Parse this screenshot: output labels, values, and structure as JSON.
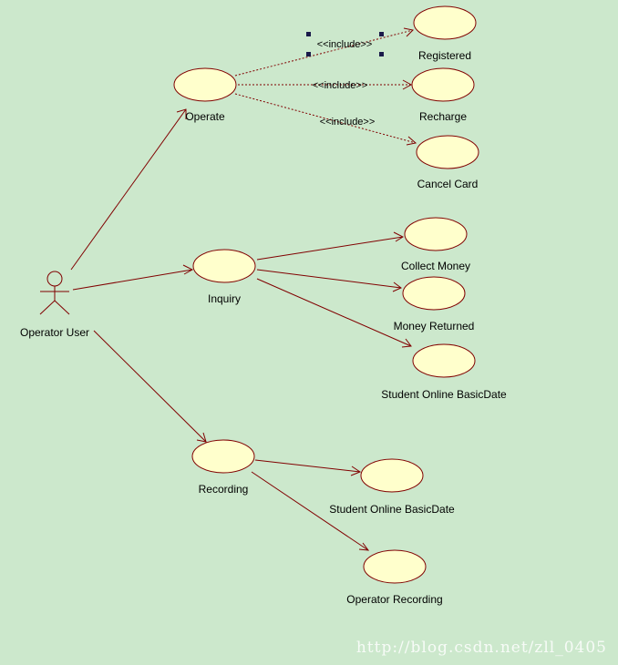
{
  "diagram": {
    "actor": {
      "label": "Operator User"
    },
    "use_cases": {
      "operate": "Operate",
      "registered": "Registered",
      "recharge": "Recharge",
      "cancel_card": "Cancel Card",
      "inquiry": "Inquiry",
      "collect_money": "Collect Money",
      "money_returned": "Money Returned",
      "student_online_basic_date_inquiry": "Student Online BasicDate",
      "recording": "Recording",
      "student_online_basic_date_recording": "Student Online BasicDate",
      "operator_recording": "Operator Recording"
    },
    "stereotypes": {
      "include": "<<include>>"
    },
    "colors": {
      "background": "#cce8cc",
      "use_case_fill": "#ffffcc",
      "line": "#800000"
    }
  },
  "watermark": "http://blog.csdn.net/zll_0405"
}
